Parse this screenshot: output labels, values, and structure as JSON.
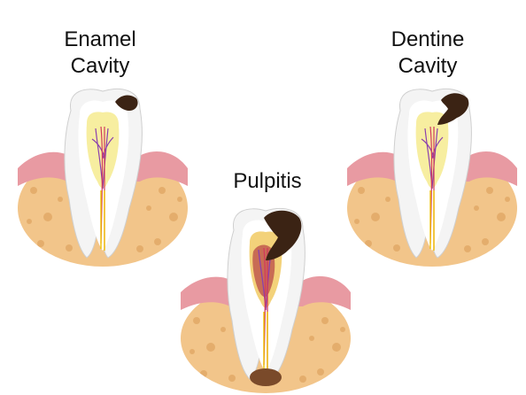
{
  "labels": {
    "enamel": {
      "line1": "Enamel",
      "line2": "Cavity"
    },
    "pulpitis": {
      "line1": "Pulpitis"
    },
    "dentine": {
      "line1": "Dentine",
      "line2": "Cavity"
    }
  },
  "colors": {
    "bone": "#f2c58a",
    "bone_dots": "#d99a55",
    "gum": "#e89aa2",
    "enamel": "#f4f4f4",
    "dentine": "#ffffff",
    "pulp": "#f7eea0",
    "nerve_red": "#d23a5c",
    "nerve_purple": "#8a3fae",
    "decay": "#3b2314",
    "root_canal": "#f0c000"
  }
}
